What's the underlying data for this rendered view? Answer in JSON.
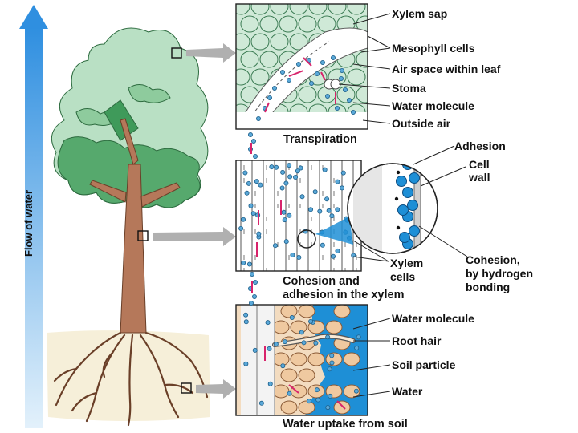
{
  "flow_label": "Flow of water",
  "panels": {
    "transpiration": {
      "caption": "Transpiration",
      "labels": [
        "Xylem sap",
        "Mesophyll cells",
        "Air space within leaf",
        "Stoma",
        "Water molecule",
        "Outside air"
      ]
    },
    "xylem": {
      "caption_line1": "Cohesion and",
      "caption_line2": "adhesion in the xylem",
      "xylem_cells_line1": "Xylem",
      "xylem_cells_line2": "cells",
      "magnified": {
        "adhesion": "Adhesion",
        "cell_wall_line1": "Cell",
        "cell_wall_line2": "wall",
        "cohesion_line1": "Cohesion,",
        "cohesion_line2": "by hydrogen",
        "cohesion_line3": "bonding"
      }
    },
    "roots": {
      "caption": "Water uptake from soil",
      "labels": [
        "Water molecule",
        "Root hair",
        "Soil particle",
        "Water"
      ]
    }
  },
  "colors": {
    "flow_arrow_top": "#2f8fe0",
    "flow_arrow_bottom": "#d8ecfa",
    "leaf_light": "#b9e0c4",
    "leaf_dark": "#3f9a5a",
    "trunk": "#b5785a",
    "soil": "#f6efd9",
    "water_blue": "#1e8fd6",
    "soil_particle": "#efc9a0",
    "arrow_pink": "#d8236b"
  }
}
